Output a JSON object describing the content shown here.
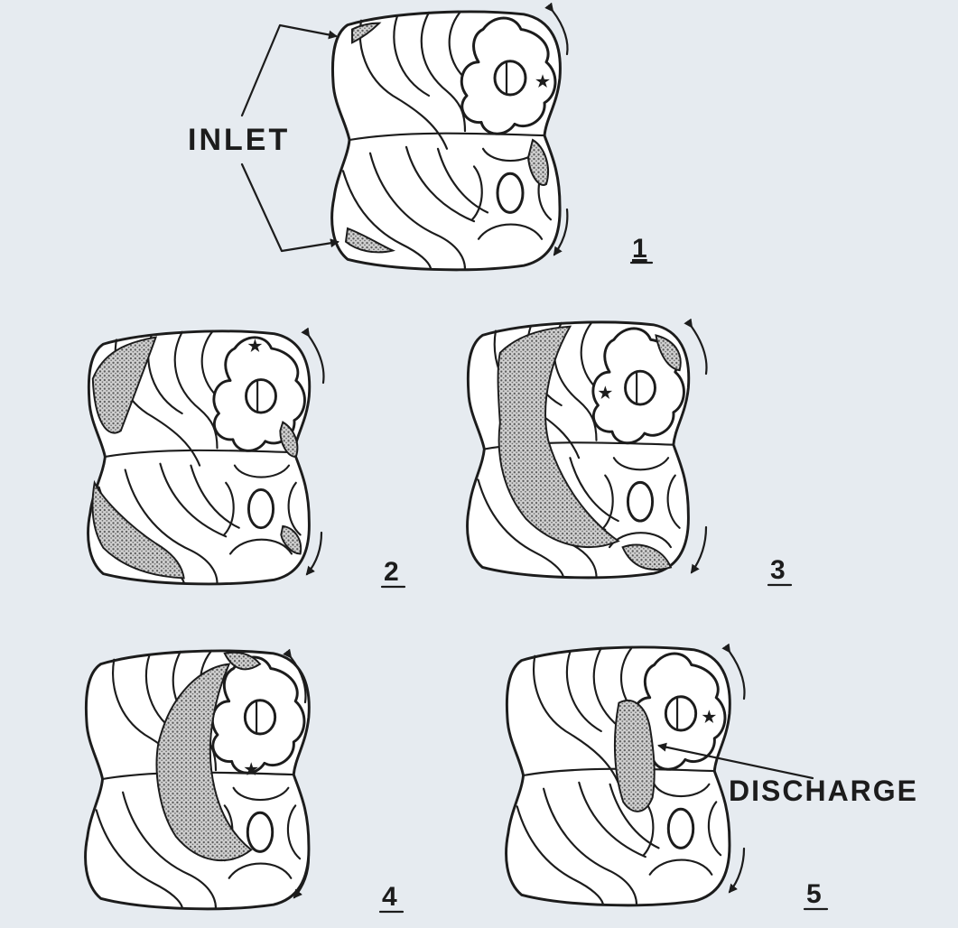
{
  "labels": {
    "inlet": "INLET",
    "discharge": "DISCHARGE"
  },
  "stages": [
    "1",
    "2",
    "3",
    "4",
    "5"
  ],
  "colors": {
    "background": "#e6ebf0",
    "ink": "#1c1c1c",
    "shading": "#8a8a8a"
  }
}
